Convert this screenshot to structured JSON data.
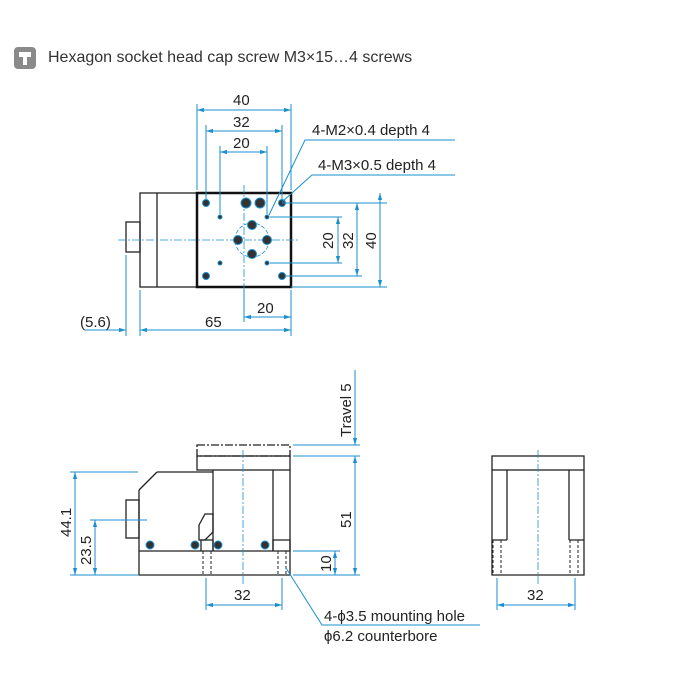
{
  "header": {
    "icon": "screw-icon",
    "title": "Hexagon socket head cap screw M3×15…4 screws"
  },
  "top_view": {
    "dim_40_top": "40",
    "dim_32_top": "32",
    "dim_20_top": "20",
    "callout_m2": "4-M2×0.4 depth 4",
    "callout_m3": "4-M3×0.5 depth 4",
    "dim_20_right": "20",
    "dim_32_right": "32",
    "dim_40_right": "40",
    "dim_20_bottom": "20",
    "dim_65": "65",
    "dim_5_6": "(5.6)"
  },
  "side_view": {
    "travel": "Travel  5",
    "dim_51": "51",
    "dim_10": "10",
    "dim_44_1": "44.1",
    "dim_23_5": "23.5",
    "dim_32": "32",
    "callout_line1": "4-ϕ3.5 mounting hole",
    "callout_line2": "ϕ6.2 counterbore"
  },
  "end_view": {
    "dim_32": "32"
  },
  "colors": {
    "dimension": "#1b8fd0",
    "outline": "#222222"
  }
}
